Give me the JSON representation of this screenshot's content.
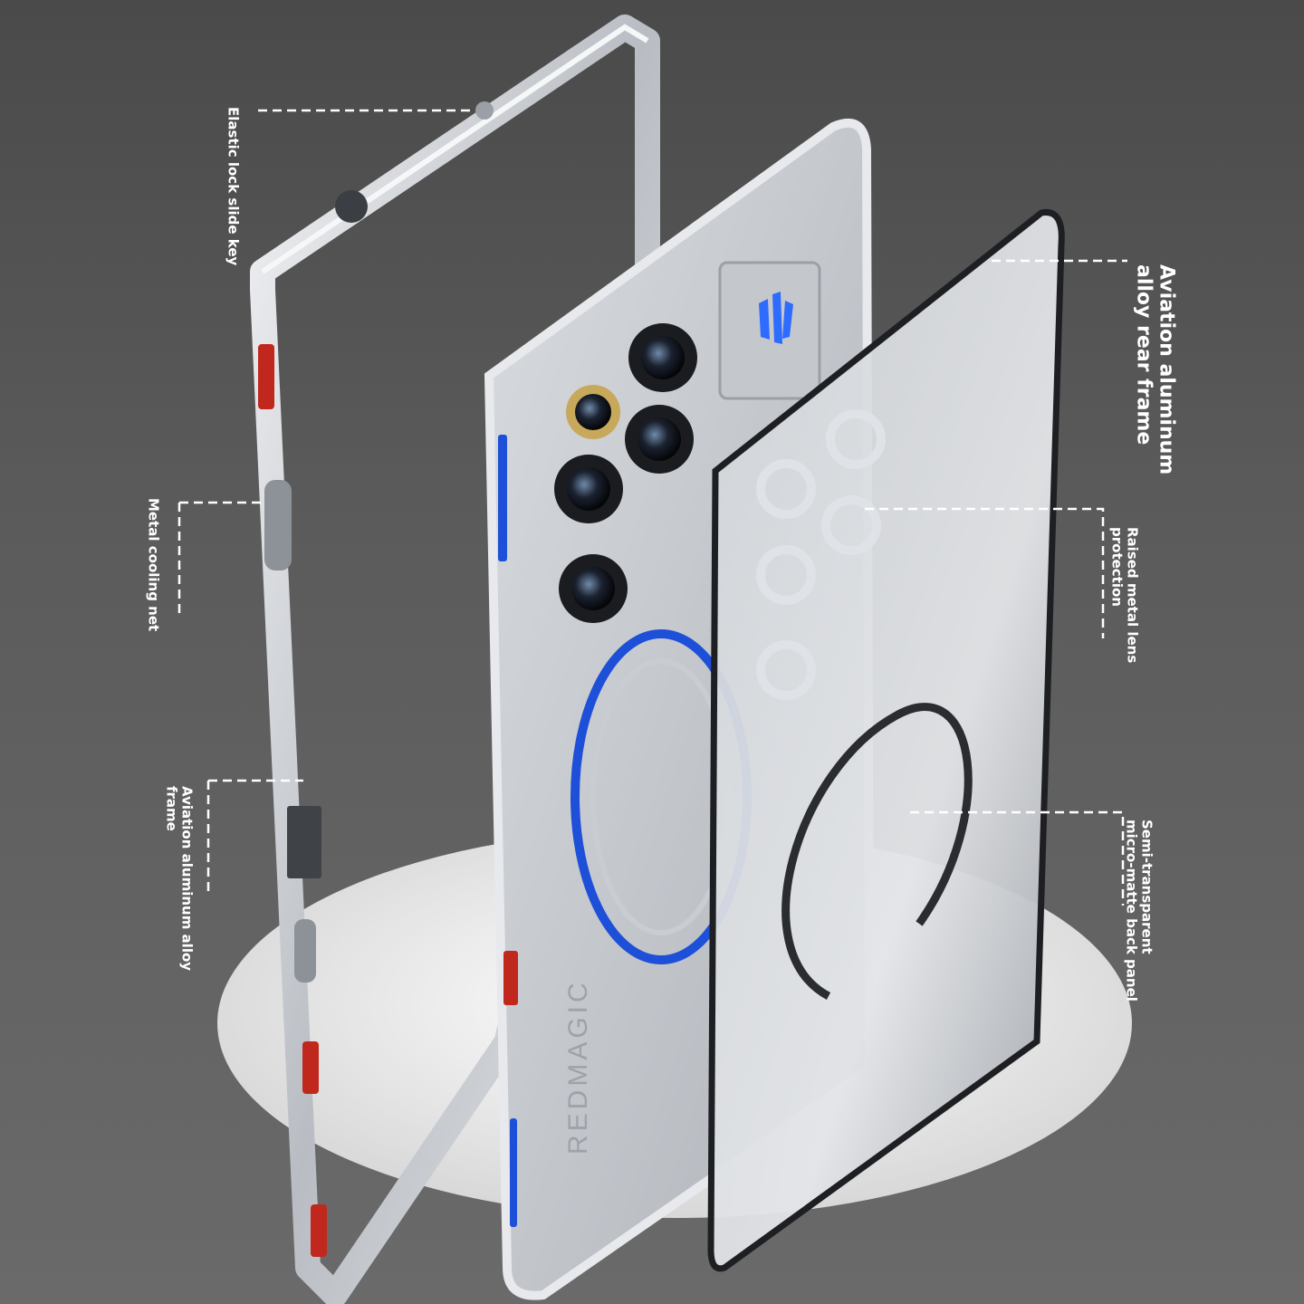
{
  "callouts": {
    "elastic_lock": {
      "text": "Elastic lock slide key"
    },
    "metal_cooling": {
      "text": "Metal cooling net"
    },
    "frame": {
      "line1": "Aviation aluminum alloy",
      "line2": "frame"
    },
    "rear_frame": {
      "line1": "Aviation aluminum",
      "line2": "alloy rear frame"
    },
    "lens_protection": {
      "line1": "Raised metal lens",
      "line2": "protection"
    },
    "back_panel": {
      "line1": "Semi-transparent",
      "line2": "micro-matte back panel"
    }
  },
  "brand_text": "REDMAGIC",
  "colors": {
    "background": "#4f4f4f",
    "frame_silver": "#cfd3d8",
    "accent_blue": "#1e4fd8",
    "button_red": "#c0281e",
    "label_white": "#ffffff"
  },
  "icons": [
    "redmagic-logo-icon",
    "camera-lens-icon",
    "magnetic-ring-icon"
  ]
}
